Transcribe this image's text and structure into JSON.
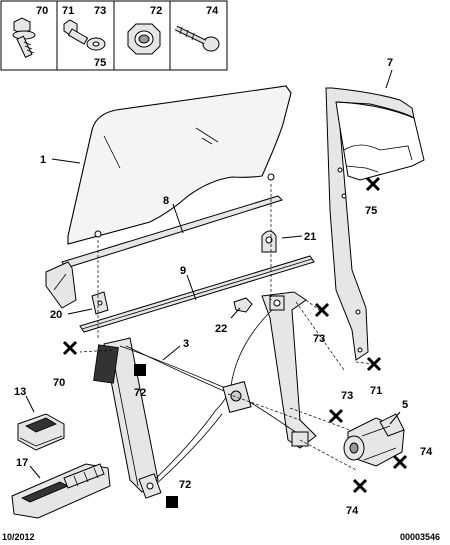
{
  "header_parts": [
    "70",
    "71",
    "73",
    "75",
    "72",
    "74"
  ],
  "callouts": {
    "n1": "1",
    "n7": "7",
    "n8": "8",
    "n9": "9",
    "n21": "21",
    "n75a": "75",
    "n20": "20",
    "n22": "22",
    "n73a": "73",
    "n3": "3",
    "n70": "70",
    "n72a": "72",
    "n13": "13",
    "n73b": "73",
    "n71": "71",
    "n5": "5",
    "n74a": "74",
    "n17": "17",
    "n72b": "72",
    "n74b": "74"
  },
  "footer": {
    "date": "10/2012",
    "code": "00003546"
  }
}
